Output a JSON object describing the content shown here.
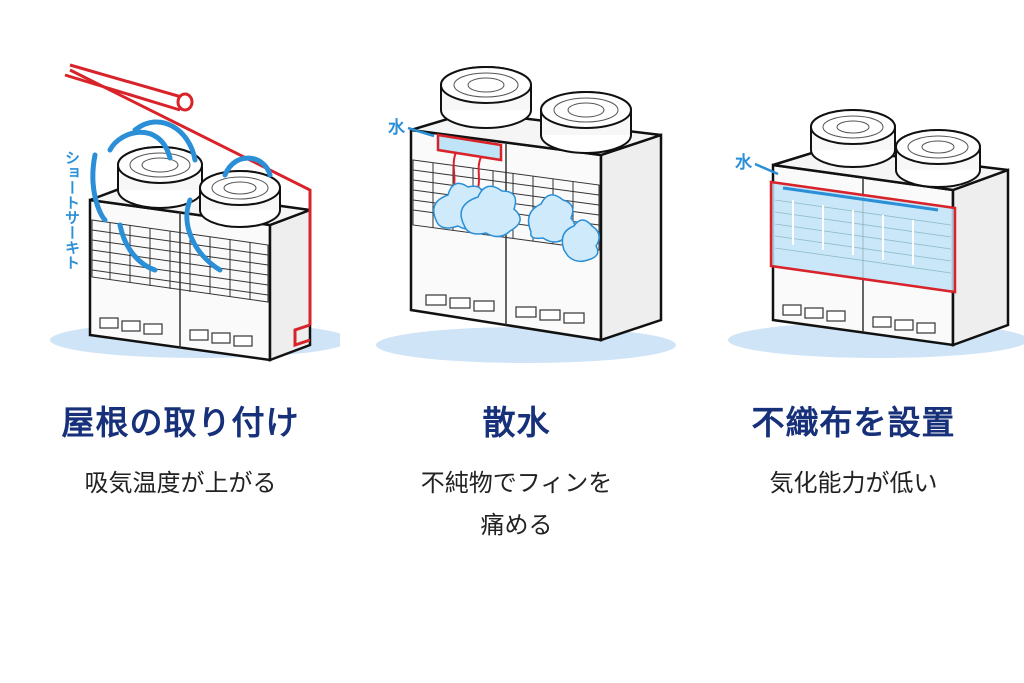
{
  "colors": {
    "title": "#17307a",
    "description": "#222222",
    "accent_red": "#d8232a",
    "accent_blue": "#2a8fd6",
    "water_light": "#bfe3f7"
  },
  "panels": [
    {
      "id": "roof",
      "title": "屋根の取り付け",
      "description_lines": [
        "吸気温度が上がる"
      ],
      "annotation": "ショートサーキト"
    },
    {
      "id": "sprinkle",
      "title": "散水",
      "description_lines": [
        "不純物でフィンを",
        "痛める"
      ],
      "annotation": "水"
    },
    {
      "id": "nonwoven",
      "title": "不織布を設置",
      "description_lines": [
        "気化能力が低い"
      ],
      "annotation": "水"
    }
  ]
}
